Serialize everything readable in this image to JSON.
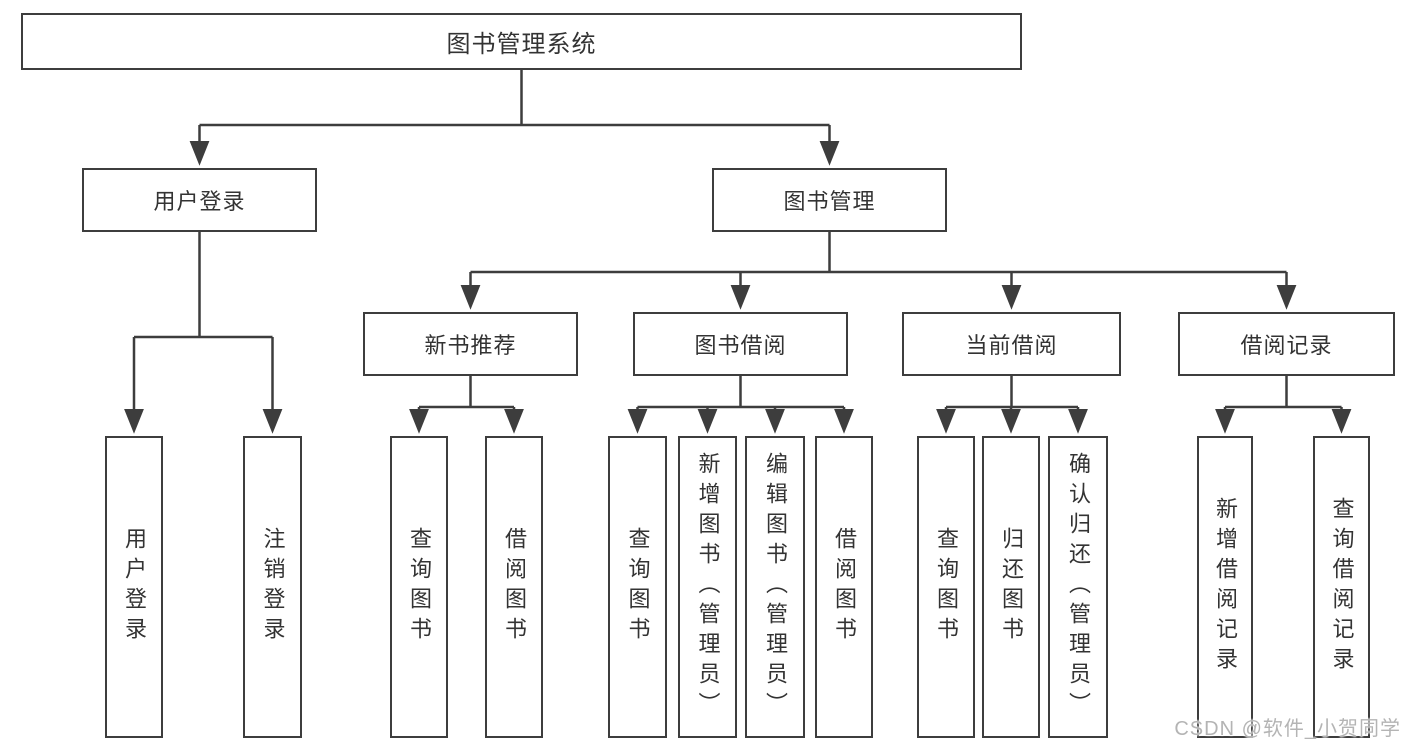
{
  "colors": {
    "line": "#3d3d3d",
    "box_border": "#3d3d3d",
    "text": "#333333",
    "watermark": "#b4b4b4",
    "background": "#ffffff"
  },
  "tree": {
    "root": {
      "label": "图书管理系统",
      "children": [
        {
          "label": "用户登录",
          "children": [
            {
              "label": "用户登录"
            },
            {
              "label": "注销登录"
            }
          ]
        },
        {
          "label": "图书管理",
          "children": [
            {
              "label": "新书推荐",
              "children": [
                {
                  "label": "查询图书"
                },
                {
                  "label": "借阅图书"
                }
              ]
            },
            {
              "label": "图书借阅",
              "children": [
                {
                  "label": "查询图书"
                },
                {
                  "label": "新增图书（管理员）"
                },
                {
                  "label": "编辑图书（管理员）"
                },
                {
                  "label": "借阅图书"
                }
              ]
            },
            {
              "label": "当前借阅",
              "children": [
                {
                  "label": "查询图书"
                },
                {
                  "label": "归还图书"
                },
                {
                  "label": "确认归还（管理员）"
                }
              ]
            },
            {
              "label": "借阅记录",
              "children": [
                {
                  "label": "新增借阅记录"
                },
                {
                  "label": "查询借阅记录"
                }
              ]
            }
          ]
        }
      ]
    }
  },
  "watermark": {
    "text": "CSDN @软件_小贺同学"
  }
}
